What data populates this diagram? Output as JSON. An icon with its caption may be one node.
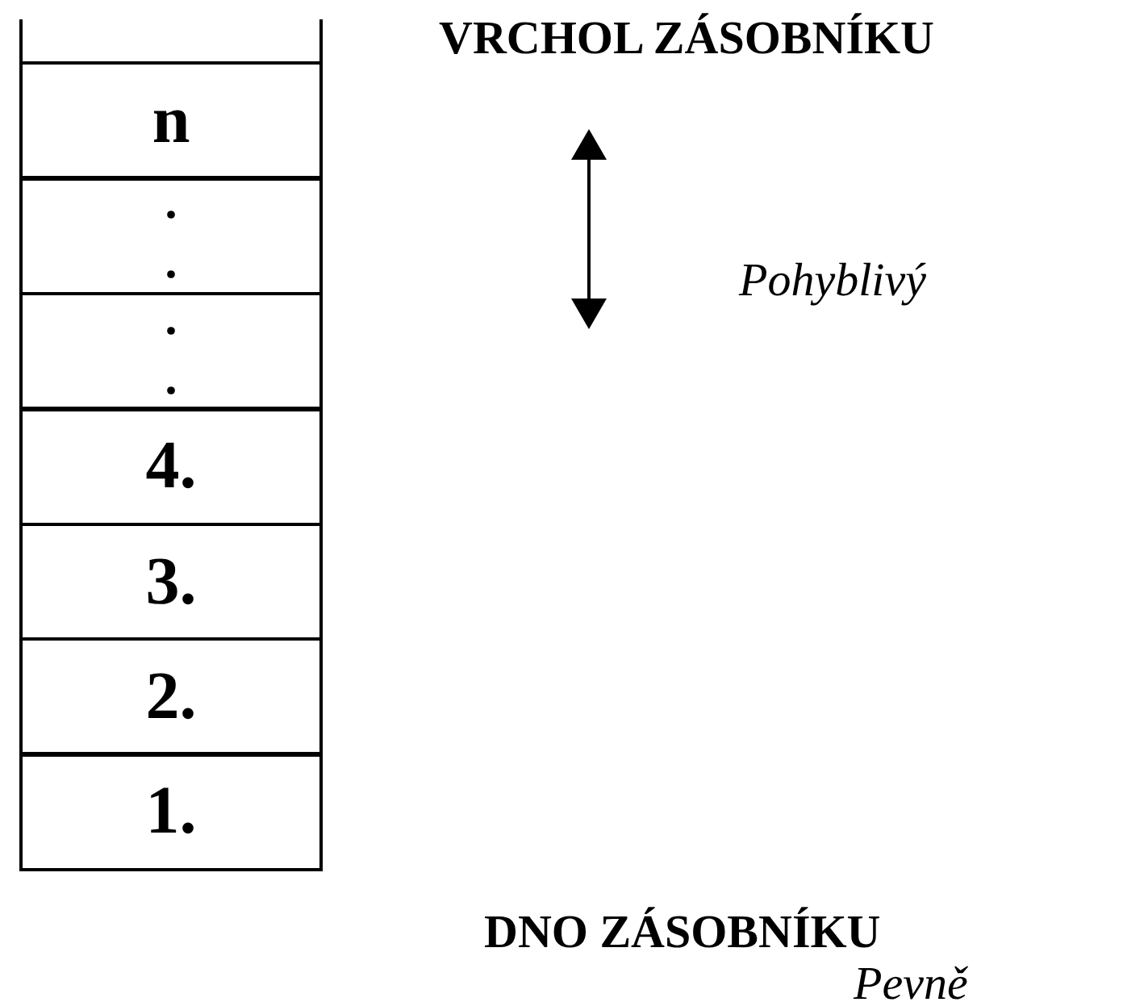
{
  "diagram": {
    "nodes": [
      {
        "text": [
          "n"
        ]
      },
      {
        "text": [
          ". ."
        ]
      },
      {
        "text": [
          ". ."
        ]
      },
      {
        "text": [
          "4."
        ]
      },
      {
        "text": [
          "3."
        ]
      },
      {
        "text": [
          "2."
        ]
      },
      {
        "text": [
          "1."
        ]
      }
    ],
    "labels": [
      "VRCHOL ZÁSOBNÍKU",
      "Pohyblivý",
      "DNO ZÁSOBNÍKU",
      "Pevně"
    ]
  }
}
